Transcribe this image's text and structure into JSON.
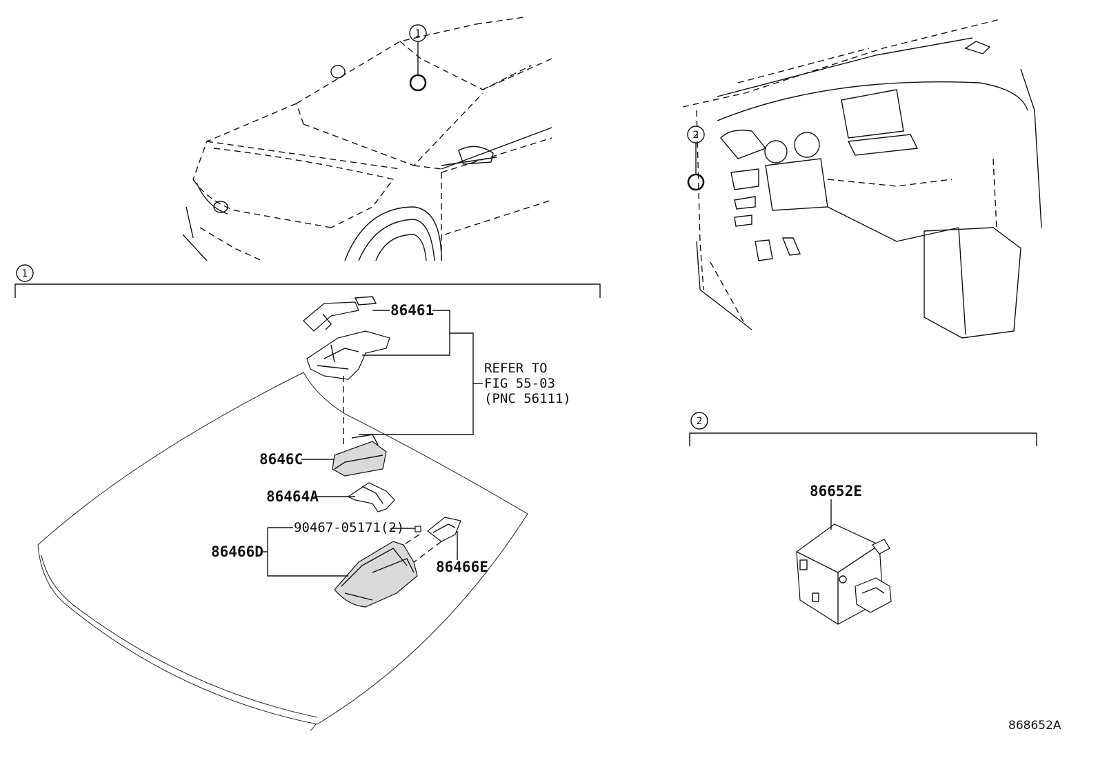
{
  "callouts": {
    "one": "1",
    "two": "2"
  },
  "parts": {
    "p86461": "86461",
    "p8646C": "8646C",
    "p86464A": "86464A",
    "p90467": "90467-05171(2)",
    "p86466D": "86466D",
    "p86466E": "86466E",
    "p86652E": "86652E"
  },
  "refer": {
    "line1": "REFER TO",
    "line2": "FIG 55-03",
    "line3": "(PNC 56111)"
  },
  "figure_code": "868652A"
}
